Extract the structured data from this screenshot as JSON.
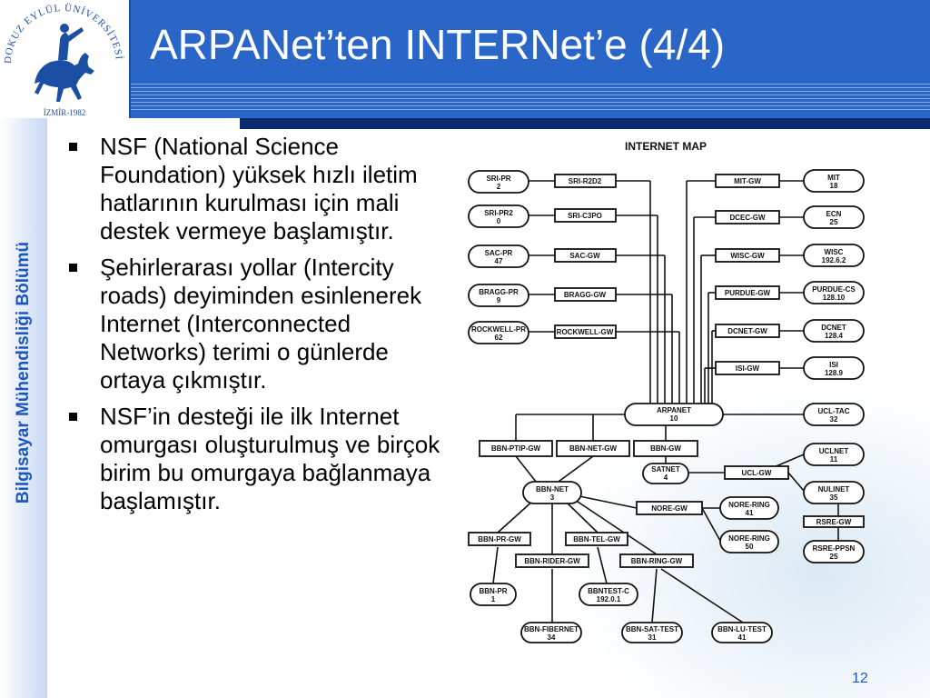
{
  "slide": {
    "title": "ARPANet’ten INTERNet’e (4/4)",
    "side_label": "Bilgisayar Mühendisliği Bölümü",
    "page_number": "12"
  },
  "logo": {
    "arc_text": "DOKUZ EYLÜL ÜNİVERSİTESİ",
    "bottom_text": "İZMİR-1982"
  },
  "bullets": [
    "NSF (National Science Foundation) yüksek hızlı iletim hatlarının kurulması için mali destek vermeye başlamıştır.",
    "Şehirlerarası yollar (Intercity roads) deyiminden esinlenerek Internet (Interconnected Networks) terimi o günlerde ortaya çıkmıştır.",
    "NSF’in desteği ile ilk Internet omurgası oluşturulmuş ve birçok birim bu omurgaya bağlanmaya başlamıştır."
  ],
  "map": {
    "title": "INTERNET MAP",
    "nodes": {
      "sri_pr": "SRI-PR",
      "sri_pr_n": "2",
      "sri_pr2": "SRI-PR2",
      "sri_pr2_n": "0",
      "sac_pr": "SAC-PR",
      "sac_pr_n": "47",
      "bragg_pr": "BRAGG-PR",
      "bragg_pr_n": "9",
      "rockwell_pr": "ROCKWELL-PR",
      "rockwell_pr_n": "62",
      "sri_r2d2": "SRI-R2D2",
      "sri_c3po": "SRI-C3PO",
      "sac_gw": "SAC-GW",
      "bragg_gw": "BRAGG-GW",
      "rockwell_gw": "ROCKWELL-GW",
      "mit_gw": "MIT-GW",
      "dcec_gw": "DCEC-GW",
      "wisc_gw": "WISC-GW",
      "purdue_gw": "PURDUE-GW",
      "dcnet_gw": "DCNET-GW",
      "isi_gw": "ISI-GW",
      "mit": "MIT",
      "mit_n": "18",
      "ecn": "ECN",
      "ecn_n": "25",
      "wisc": "WISC",
      "wisc_n": "192.6.2",
      "purdue_cs": "PURDUE-CS",
      "purdue_cs_n": "128.10",
      "dcnet": "DCNET",
      "dcnet_n": "128.4",
      "isi": "ISI",
      "isi_n": "128.9",
      "arpanet": "ARPANET",
      "arpanet_n": "10",
      "ucl_tac": "UCL-TAC",
      "ucl_tac_n": "32",
      "uclnet": "UCLNET",
      "uclnet_n": "11",
      "nulinet": "NULINET",
      "nulinet_n": "35",
      "rsre_gw": "RSRE-GW",
      "rsre_ppsn": "RSRE-PPSN",
      "rsre_ppsn_n": "25",
      "bbn_ptip_gw": "BBN-PTIP-GW",
      "bbn_net_gw": "BBN-NET-GW",
      "bbn_gw": "BBN-GW",
      "satnet": "SATNET",
      "satnet_n": "4",
      "ucl_gw": "UCL-GW",
      "bbn_net": "BBN-NET",
      "bbn_net_n": "3",
      "nore_gw": "NORE-GW",
      "nore_ring": "NORE-RING",
      "nore_ring_n": "41",
      "nore_ring2": "NORE-RING",
      "nore_ring2_n": "50",
      "bbn_pr_gw": "BBN-PR-GW",
      "bbn_tel_gw": "BBN-TEL-GW",
      "bbn_rider_gw": "BBN-RIDER-GW",
      "bbn_ring_gw": "BBN-RING-GW",
      "bbn_pr": "BBN-PR",
      "bbn_pr_n": "1",
      "bbntest_c": "BBNTEST-C",
      "bbntest_c_n": "192.0.1",
      "bbn_fibernet": "BBN-FIBERNET",
      "bbn_fibernet_n": "34",
      "bbn_sat_test": "BBN-SAT-TEST",
      "bbn_sat_test_n": "31",
      "bbn_lu_test": "BBN-LU-TEST",
      "bbn_lu_test_n": "41"
    }
  },
  "colors": {
    "header": "#2a66c8",
    "dark_bar": "#0b2b6e",
    "side_text": "#1d56c2"
  }
}
